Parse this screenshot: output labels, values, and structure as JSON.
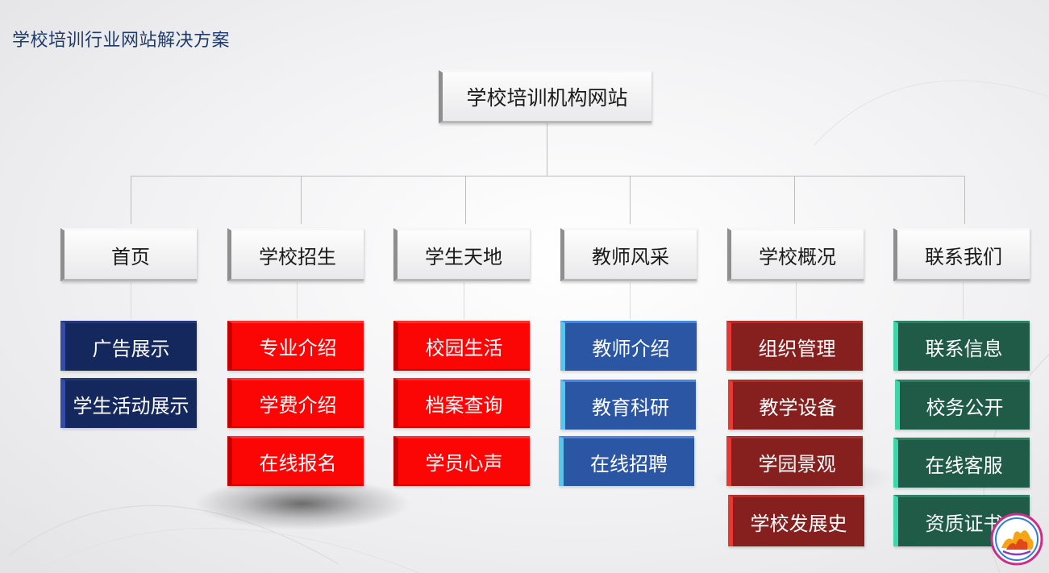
{
  "title": "学校培训行业网站解决方案",
  "root": {
    "label": "学校培训机构网站"
  },
  "columns": [
    {
      "label": "首页",
      "color": "#14285e",
      "items": [
        "广告展示",
        "学生活动展示"
      ]
    },
    {
      "label": "学校招生",
      "color": "#fb0505",
      "items": [
        "专业介绍",
        "学费介绍",
        "在线报名"
      ]
    },
    {
      "label": "学生天地",
      "color": "#fb0505",
      "items": [
        "校园生活",
        "档案查询",
        "学员心声"
      ]
    },
    {
      "label": "教师风采",
      "color": "#2b56a3",
      "items": [
        "教师介绍",
        "教育科研",
        "在线招聘"
      ]
    },
    {
      "label": "学校概况",
      "color": "#86201f",
      "items": [
        "组织管理",
        "教学设备",
        "学园景观",
        "学校发展史"
      ]
    },
    {
      "label": "联系我们",
      "color": "#1f5b46",
      "items": [
        "联系信息",
        "校务公开",
        "在线客服",
        "资质证书"
      ]
    }
  ],
  "logo": {
    "icon": "flame-emblem-icon"
  }
}
